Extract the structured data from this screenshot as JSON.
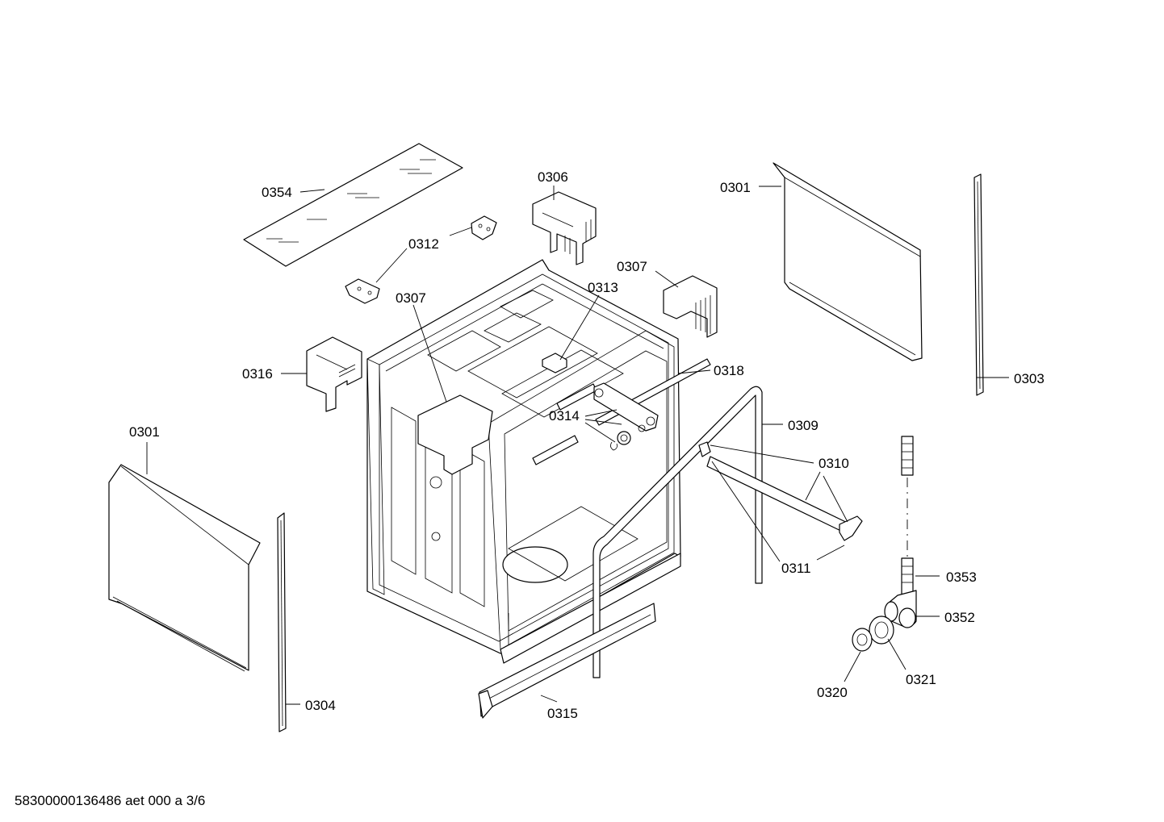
{
  "diagram": {
    "labels": {
      "p0354": "0354",
      "p0306": "0306",
      "p0312": "0312",
      "p0301_top": "0301",
      "p0307_top": "0307",
      "p0307_left": "0307",
      "p0313": "0313",
      "p0316": "0316",
      "p0318": "0318",
      "p0314": "0314",
      "p0309": "0309",
      "p0303": "0303",
      "p0301_left": "0301",
      "p0310": "0310",
      "p0311": "0311",
      "p0353": "0353",
      "p0352": "0352",
      "p0304": "0304",
      "p0315": "0315",
      "p0321": "0321",
      "p0320": "0320"
    },
    "footer": "58300000136486 aet 000 a 3/6"
  }
}
